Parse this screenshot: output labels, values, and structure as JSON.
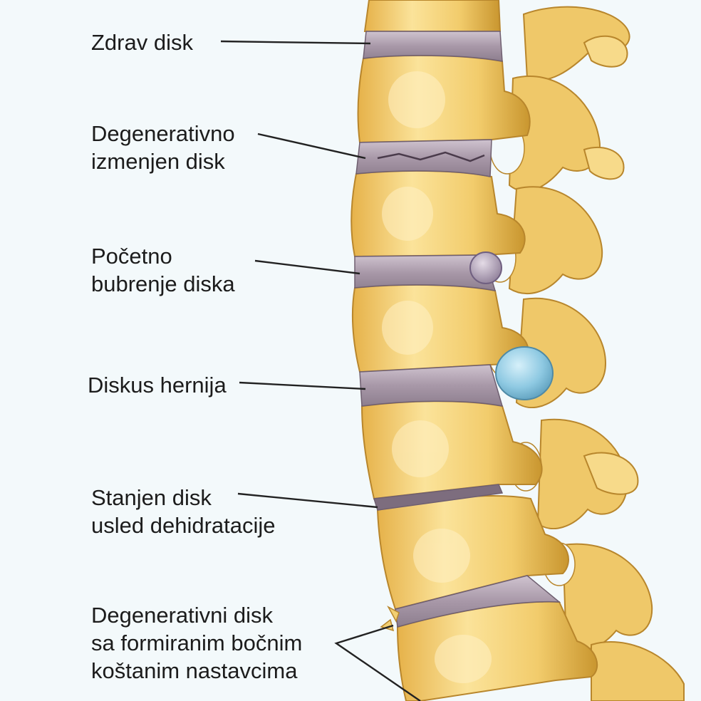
{
  "labels": {
    "healthy": {
      "lines": [
        "Zdrav disk"
      ]
    },
    "degenerative": {
      "lines": [
        "Degenerativno",
        "izmenjen disk"
      ]
    },
    "bulging": {
      "lines": [
        "Početno",
        "bubrenje diska"
      ]
    },
    "herniation": {
      "lines": [
        "Diskus hernija"
      ]
    },
    "thinning": {
      "lines": [
        "Stanjen disk",
        "usled dehidratacije"
      ]
    },
    "osteophytes": {
      "lines": [
        "Degenerativni disk",
        "sa formiranim bočnim",
        "koštanim nastavcima"
      ]
    }
  },
  "colors": {
    "background": "#f3f9fb",
    "bone": "#f2cf72",
    "bone_light": "#fbe6a4",
    "bone_shadow": "#c9962f",
    "disc": "#a898a8",
    "disc_light": "#c8bcc9",
    "bulge": "#b0a0b8",
    "hernia": "#8ec9e2",
    "leader": "#222222"
  }
}
